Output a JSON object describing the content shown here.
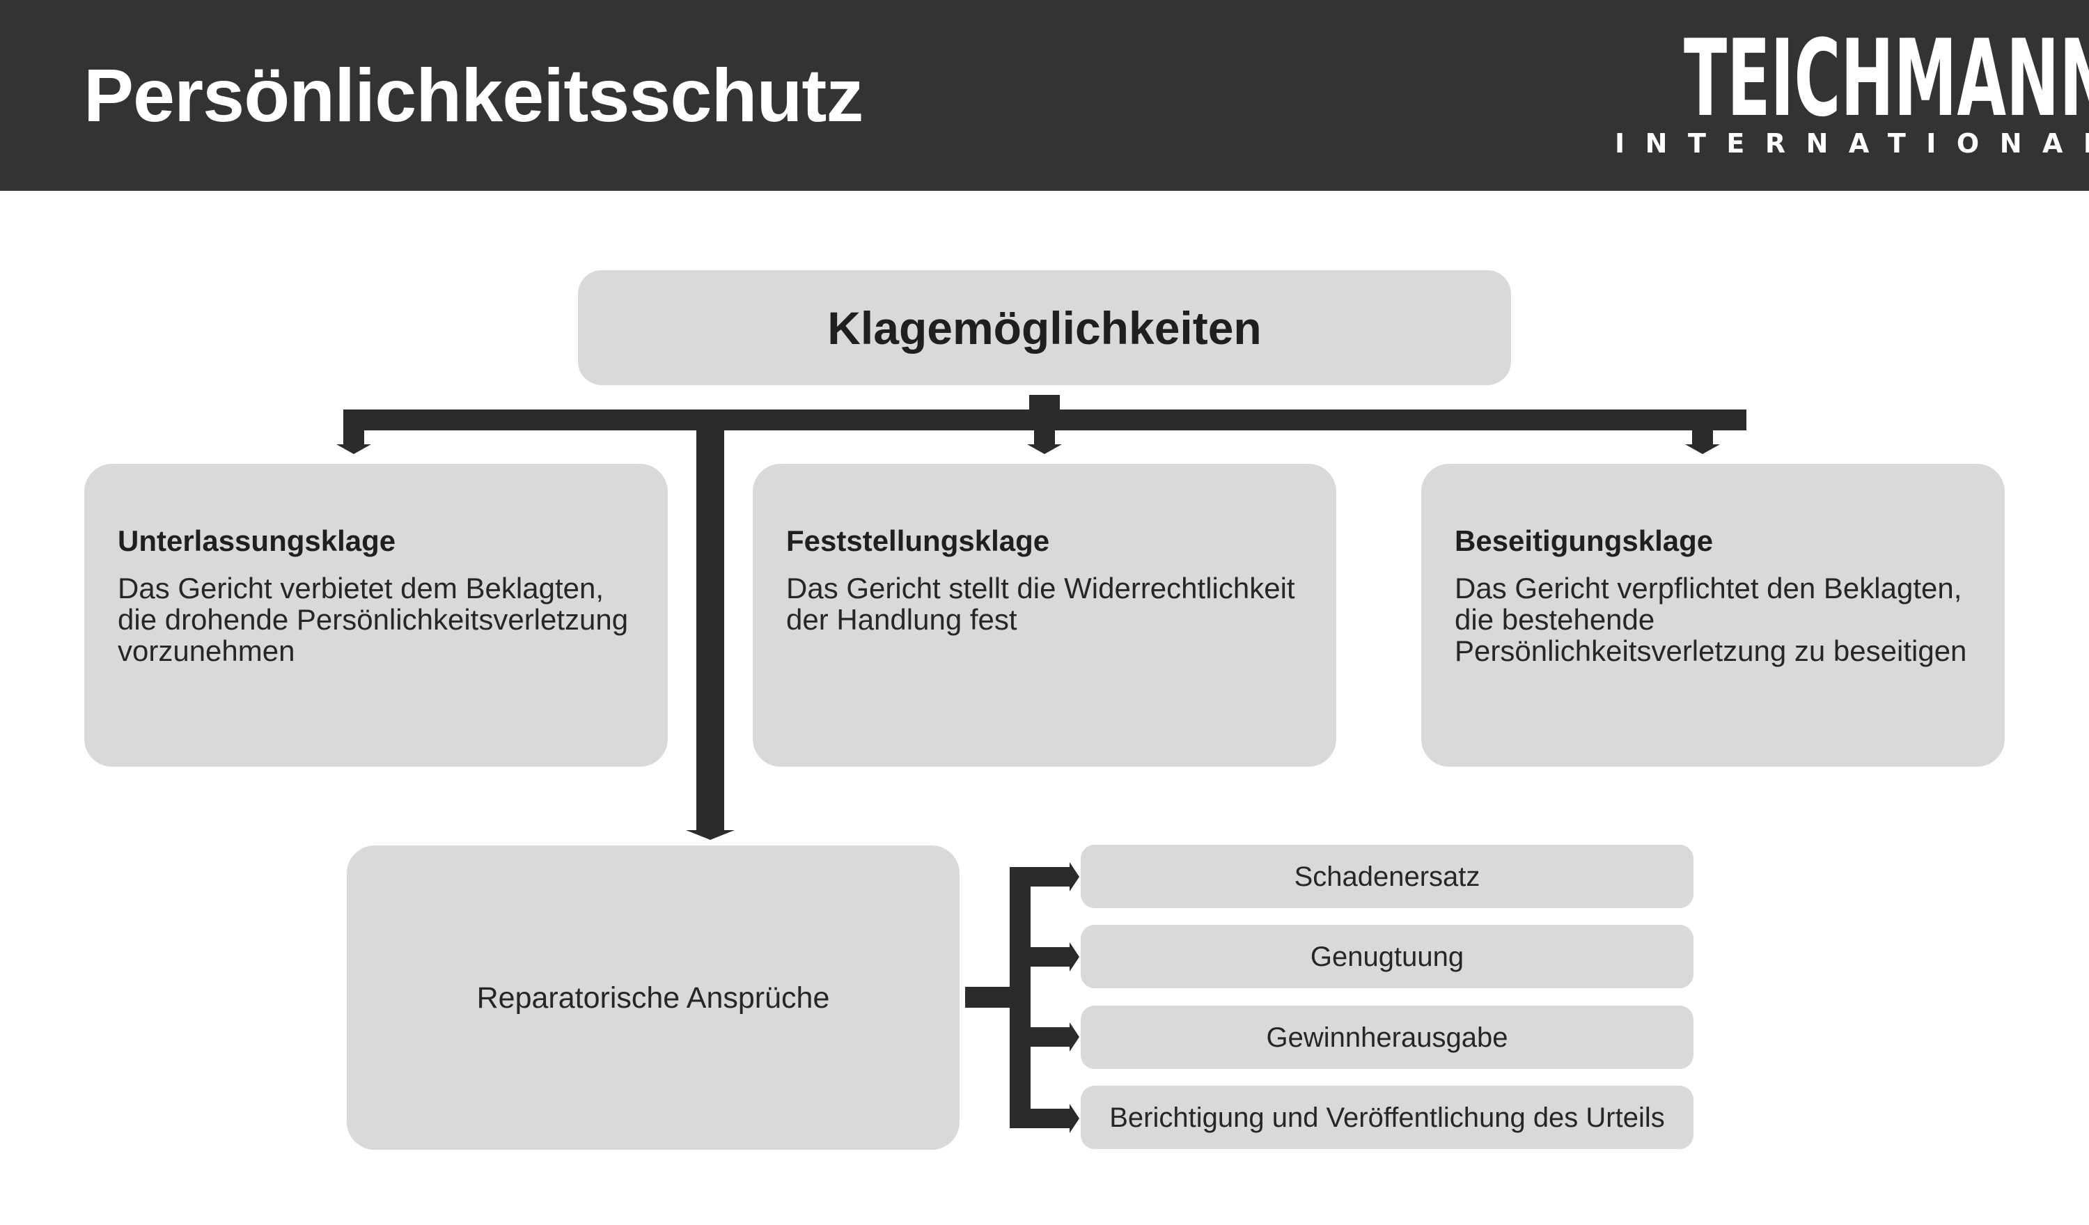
{
  "header": {
    "title": "Persönlichkeitsschutz",
    "logo": {
      "name": "TEICHMANN",
      "sub": "INTERNATIONAL"
    },
    "background": "#333333"
  },
  "diagram": {
    "root": "Klagemöglichkeiten",
    "branches": [
      {
        "title": "Unterlassungsklage",
        "text": "Das Gericht verbietet dem Beklagten, die drohende Persönlichkeitsverletzung vorzunehmen"
      },
      {
        "title": "Feststellungsklage",
        "text": "Das Gericht stellt die Widerrechtlichkeit der Handlung fest"
      },
      {
        "title": "Beseitigungsklage",
        "text": "Das Gericht verpflichtet den Beklagten, die bestehende Persönlichkeitsverletzung zu beseitigen"
      }
    ],
    "reparatory": {
      "label": "Reparatorische Ansprüche",
      "items": [
        "Schadenersatz",
        "Genugtuung",
        "Gewinnherausgabe",
        "Berichtigung und Veröffentlichung des Urteils"
      ]
    },
    "colors": {
      "box": "#d9d9d9",
      "connector": "#2b2b2b"
    }
  }
}
